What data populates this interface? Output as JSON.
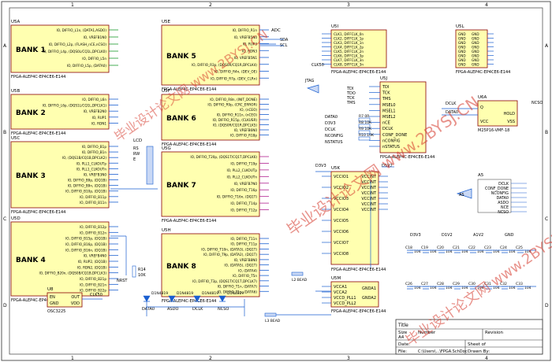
{
  "frame": {
    "col_labels": [
      "1",
      "2",
      "3",
      "4"
    ],
    "row_labels": [
      "A",
      "B",
      "C",
      "D"
    ]
  },
  "banks": [
    {
      "ref": "U5A",
      "title": "BANK 1",
      "part": "FPGA-ALEP4C-EP4CE6-E144",
      "pins": [
        "IO, DIFFIO_L1n, (DATA1,ASDO)",
        "IO, VREFB1N0",
        "IO, DIFFIO_L2p, (FLASH_nCE,nCSO)",
        "IO, DIFFIO_L4p, (DQS0L/CQ1L,DPCLK0)",
        "IO, DIFFIO_L5n",
        "IO, DIFFIO_L5p, (DATA0)"
      ]
    },
    {
      "ref": "U5B",
      "title": "BANK 2",
      "part": "FPGA-ALEP4C-EP4CE6-E144",
      "pins": [
        "IO, DIFFIO_L6n",
        "IO, DIFFIO_L6p, (DQS1L/CQ1L,DPCLK1)",
        "IO, VREFB2N0",
        "IO, RUP1",
        "IO, RDN1"
      ]
    },
    {
      "ref": "U5C",
      "title": "BANK 3",
      "part": "FPGA-ALEP4C-EP4CE6-E144",
      "pins": [
        "IO, DIFFIO_B1p",
        "IO, DIFFIO_B1n",
        "IO, (DQS1B/CQ1B,DPCLK2)",
        "IO, PLL1_CLKOUTp",
        "IO, PLL1_CLKOUTn",
        "IO, VREFB3N0",
        "IO, DIFFIO_B9p, (DQ1B)",
        "IO, DIFFIO_B9n, (DQ1B)",
        "IO, DIFFIO_B10p, (DQ1B)",
        "IO, DIFFIO_B11p",
        "IO, DIFFIO_B11n"
      ]
    },
    {
      "ref": "U5D",
      "title": "BANK 4",
      "part": "FPGA-ALEP4C-EP4CE6-E144",
      "pins": [
        "IO, DIFFIO_B12p",
        "IO, DIFFIO_B12n",
        "IO, DIFFIO_B15p, (DQ1B)",
        "IO, DIFFIO_B16p, (DQ1B)",
        "IO, DIFFIO_B16n, (DQ1B)",
        "IO, VREFB4N0",
        "IO, RUP2, (DQ1B)",
        "IO, RDN2, (DQ1B)",
        "IO, DIFFIO_B20n, (DQS0B/CQ1B,DPCLK3)",
        "IO, DIFFIO_B21p",
        "IO, DIFFIO_B21n",
        "IO, DIFFIO_B22p"
      ]
    },
    {
      "ref": "U5E",
      "title": "BANK 5",
      "part": "FPGA-ALEP4C-EP4CE6-E144",
      "pins": [
        "IO, DIFFIO_R1n",
        "IO, VREFB5N0",
        "IO, RUP3",
        "IO, RDN3",
        "IO, VREFB5N1",
        "IO, DIFFIO_R3p, (DQS0R/CQ1R,DPCLK4)",
        "IO, DIFFIO_R4n, (DEV_OE)",
        "IO, DIFFIO_R7p, (DEV_CLRn)"
      ]
    },
    {
      "ref": "U5F",
      "title": "BANK 6",
      "part": "FPGA-ALEP4C-EP4CE6-E144",
      "pins": [
        "IO, DIFFIO_R8n, (INIT_DONE)",
        "IO, DIFFIO_R9p, (CRC_ERROR)",
        "IO, (nCEO)",
        "IO, DIFFIO_R11n, (nCEO)",
        "IO, DIFFIO_R15p, (CLKUSR)",
        "IO, (DQS0R/CQ1R,DPCLK5)",
        "IO, VREFB6N0",
        "IO, DIFFIO_R18p"
      ]
    },
    {
      "ref": "U5G",
      "title": "BANK 7",
      "part": "FPGA-ALEP4C-EP4CE6-E144",
      "pins": [
        "IO, DIFFIO_T20p, (DQS1T/CQ1T,DPCLK6)",
        "IO, DIFFIO_T19p",
        "IO, PLL2_CLKOUTp",
        "IO, PLL2_CLKOUTn",
        "IO, VREFB7N0",
        "IO, DIFFIO_T16p",
        "IO, DIFFIO_T16n, (DQ1T)",
        "IO, DIFFIO_T14p",
        "IO, DIFFIO_T12p"
      ]
    },
    {
      "ref": "U5H",
      "title": "BANK 8",
      "part": "FPGA-ALEP4C-EP4CE6-E144",
      "pins": [
        "IO, DIFFIO_T11n",
        "IO, DIFFIO_T11p",
        "IO, DIFFIO_T10n, (DATA3), (DQ1T)",
        "IO, DIFFIO_T9p, (DATA2), (DQ1T)",
        "IO, VREFB8N0",
        "IO, (DATA5), (DQ1T)",
        "IO, (DATA4)",
        "IO, DIFFIO_T5n",
        "IO, DIFFIO_T3p, (DQS1T/CQ1T,DPCLK7)",
        "IO, DIFFIO_T1n, (DATA7)",
        "IO, DIFFIO_T1p, (DATA6)"
      ]
    }
  ],
  "clk_block": {
    "ref": "U5I",
    "part": "FPGA-ALEP4C-EP4CE6-E144",
    "pins": [
      "CLK1, DIFFCLK_0n",
      "CLK2, DIFFCLK_1p",
      "CLK3, DIFFCLK_1n",
      "CLK4, DIFFCLK_2p",
      "CLK5, DIFFCLK_2n",
      "CLK6, DIFFCLK_3p",
      "CLK7, DIFFCLK_3n",
      "CLK8, DIFFCLK_3n"
    ],
    "net": "CLK50"
  },
  "config_block": {
    "ref": "U5J",
    "part": "FPGA-ALEP4C-EP4CE6-E144",
    "pins": [
      "TDI",
      "TCK",
      "TMS",
      "MSEL0",
      "MSEL1",
      "MSEL2",
      "nCE",
      "DCLK",
      "CONF_DONE",
      "nCONFIG",
      "nSTATUS"
    ],
    "jtag": [
      "JTAG",
      "TDI",
      "TDO",
      "TCK",
      "TMS"
    ],
    "nets": [
      "DATA0",
      "D3V3",
      "DCLK",
      "NCONFIG",
      "NSTATUS"
    ],
    "resistors": [
      "R7 0R",
      "R8 10K",
      "R9 10K",
      "R10 10K"
    ]
  },
  "gnd_block": {
    "ref": "U5L",
    "part": "FPGA-ALEP4C-EP4CE6-E144",
    "pins": [
      "GND",
      "GND",
      "GND",
      "GND",
      "GND",
      "GND",
      "GND",
      "GND"
    ]
  },
  "power_block": {
    "ref": "U5K",
    "part": "FPGA-ALEP4C-EP4CE6-E144",
    "pins": [
      "VCCIO1",
      "VCCIO2",
      "VCCIO3",
      "VCCIO4",
      "VCCIO5",
      "VCCIO6",
      "VCCIO7",
      "VCCIO8"
    ],
    "pins2": [
      "VCCINT",
      "VCCINT",
      "VCCINT",
      "VCCINT",
      "VCCINT",
      "VCCINT",
      "VCCINT"
    ],
    "net": "D3V3",
    "net2": "D1V2"
  },
  "pll_block": {
    "ref": "U5M",
    "part": "FPGA-ALEP4C-EP4CE6-E144",
    "pins": [
      "VCCA1",
      "VCCA2",
      "VCCD_PLL1",
      "VCCD_PLL2"
    ],
    "gnd": [
      "GNDA1",
      "GNDA2"
    ]
  },
  "flash": {
    "ref": "U6A",
    "part": "M25P16-VMF-18",
    "pins": [
      "DCLK",
      "DATA0",
      "Q",
      "VCC",
      "VSS"
    ],
    "chip": "HOLD",
    "net": "NCSO"
  },
  "as_header": {
    "ref": "A5",
    "pins": [
      "DCLK",
      "CONF_DONE",
      "NCONFIG",
      "DATA0",
      "ASDO",
      "NCE",
      "NCSO"
    ],
    "label": "AS"
  },
  "adc": {
    "label": "ADC",
    "pins": [
      "SDA",
      "SCL"
    ]
  },
  "lcd": {
    "label": "LCD",
    "pins": [
      "RS",
      "RW",
      "E"
    ]
  },
  "osc": {
    "ref": "U8",
    "pins": [
      "EN",
      "OUT",
      "GND",
      "VDD"
    ],
    "part": "OSC3225",
    "net": "CLK50"
  },
  "leds": [
    "DATA0",
    "ASDO",
    "DCLK",
    "NCSO"
  ],
  "diodes": [
    "D1N4819",
    "D1N4819",
    "D1N4819",
    "D1N4819"
  ],
  "caps": [
    "C18",
    "C19",
    "C20",
    "C21",
    "C22",
    "C23",
    "C24",
    "C25",
    "C26",
    "C27",
    "C28",
    "C29",
    "C30",
    "C31",
    "C32",
    "C33"
  ],
  "cap_value": "104",
  "power_nets": [
    "D3V3",
    "D1V2",
    "A1V2",
    "GND"
  ],
  "inductors": [
    "L2 BEAD",
    "L3 BEAD"
  ],
  "reset": {
    "ref": "R14",
    "value": "10K",
    "net": "NRST"
  },
  "title_block": {
    "labels": [
      "Title",
      "Size",
      "Number",
      "Revision",
      "Date:",
      "File:",
      "Sheet of",
      "Drawn By:"
    ],
    "size": "A4",
    "date": "",
    "file": "C:\\Users\\...\\FPGA.SchDoc"
  },
  "watermark": "毕业设计论文网 www.2BYSJ.CN"
}
